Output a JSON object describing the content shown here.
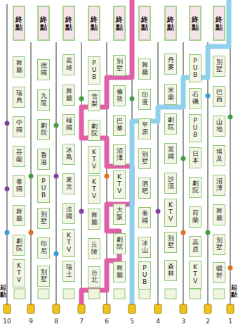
{
  "diagram": {
    "nodes": [
      {
        "text": [
          "終點"
        ]
      },
      {
        "text": [
          "終點"
        ]
      },
      {
        "text": [
          "終點"
        ]
      },
      {
        "text": [
          "終點"
        ]
      },
      {
        "text": [
          "終點"
        ]
      },
      {
        "text": [
          "終點"
        ]
      },
      {
        "text": [
          "終點"
        ]
      },
      {
        "text": [
          "終點"
        ]
      },
      {
        "text": [
          "終點"
        ]
      },
      {
        "text": [
          "舞廳"
        ]
      },
      {
        "text": [
          "德國"
        ]
      },
      {
        "text": [
          "高雄"
        ]
      },
      {
        "text": [
          "PUB"
        ]
      },
      {
        "text": [
          "別墅"
        ]
      },
      {
        "text": [
          "舞廳"
        ]
      },
      {
        "text": [
          "丹麥"
        ]
      },
      {
        "text": [
          "PUB"
        ]
      },
      {
        "text": [
          "別墅"
        ]
      },
      {
        "text": [
          "瑞典"
        ]
      },
      {
        "text": [
          "九龍"
        ]
      },
      {
        "text": [
          "舞廳"
        ]
      },
      {
        "text": [
          "雪梨"
        ]
      },
      {
        "text": [
          "倫敦"
        ]
      },
      {
        "text": [
          "印度"
        ]
      },
      {
        "text": [
          "米蘭"
        ]
      },
      {
        "text": [
          "石磯"
        ]
      },
      {
        "text": [
          "巴西"
        ]
      },
      {
        "text": [
          "中國"
        ]
      },
      {
        "text": [
          "劇院"
        ]
      },
      {
        "text": [
          "韓國"
        ]
      },
      {
        "text": [
          "劇院"
        ]
      },
      {
        "text": [
          "巴黎"
        ]
      },
      {
        "text": [
          "平原"
        ]
      },
      {
        "text": [
          "劇院"
        ]
      },
      {
        "text": [
          "PUB"
        ]
      },
      {
        "text": [
          "山地"
        ]
      },
      {
        "text": [
          "芬蘭"
        ]
      },
      {
        "text": [
          "香港"
        ]
      },
      {
        "text": [
          "冰島"
        ]
      },
      {
        "text": [
          "KTV"
        ]
      },
      {
        "text": [
          "沼澤"
        ]
      },
      {
        "text": [
          "別墅"
        ]
      },
      {
        "text": [
          "英國"
        ]
      },
      {
        "text": [
          "日本"
        ]
      },
      {
        "text": [
          "埃及"
        ]
      },
      {
        "text": [
          "泰國"
        ]
      },
      {
        "text": [
          "PUB"
        ]
      },
      {
        "text": [
          "東京"
        ]
      },
      {
        "text": [
          "KTV"
        ]
      },
      {
        "text": [
          "KTV"
        ]
      },
      {
        "text": [
          "酒吧"
        ]
      },
      {
        "text": [
          "沙漠"
        ]
      },
      {
        "text": [
          "劇院"
        ]
      },
      {
        "text": [
          "沼澤"
        ]
      },
      {
        "text": [
          "舞廳"
        ]
      },
      {
        "text": [
          "別墅"
        ]
      },
      {
        "text": [
          "法國"
        ]
      },
      {
        "text": [
          "舞廳"
        ]
      },
      {
        "text": [
          "大阪"
        ]
      },
      {
        "text": [
          "美國"
        ]
      },
      {
        "text": [
          "KTV"
        ]
      },
      {
        "text": [
          "荷蘭"
        ]
      },
      {
        "text": [
          "舞廳"
        ]
      },
      {
        "text": [
          "劇院"
        ]
      },
      {
        "text": [
          "印尼"
        ]
      },
      {
        "text": [
          "KTV"
        ]
      },
      {
        "text": [
          "丘陵"
        ]
      },
      {
        "text": [
          "劇院"
        ]
      },
      {
        "text": [
          "冰山"
        ]
      },
      {
        "text": [
          "別墅"
        ]
      },
      {
        "text": [
          "高原"
        ]
      },
      {
        "text": [
          "別墅"
        ]
      },
      {
        "text": [
          "KTV"
        ]
      },
      {
        "text": [
          "別墅"
        ]
      },
      {
        "text": [
          "瑞士"
        ]
      },
      {
        "text": [
          "台北"
        ]
      },
      {
        "text": [
          "舞廳"
        ]
      },
      {
        "text": [
          "PUB"
        ]
      },
      {
        "text": [
          "森林"
        ]
      },
      {
        "text": [
          "KTV"
        ]
      },
      {
        "text": [
          "曠野"
        ]
      }
    ],
    "labels": [
      "起點",
      "起點",
      "10",
      "9",
      "8",
      "7",
      "6",
      "5",
      "4",
      "3",
      "2",
      "1"
    ]
  }
}
